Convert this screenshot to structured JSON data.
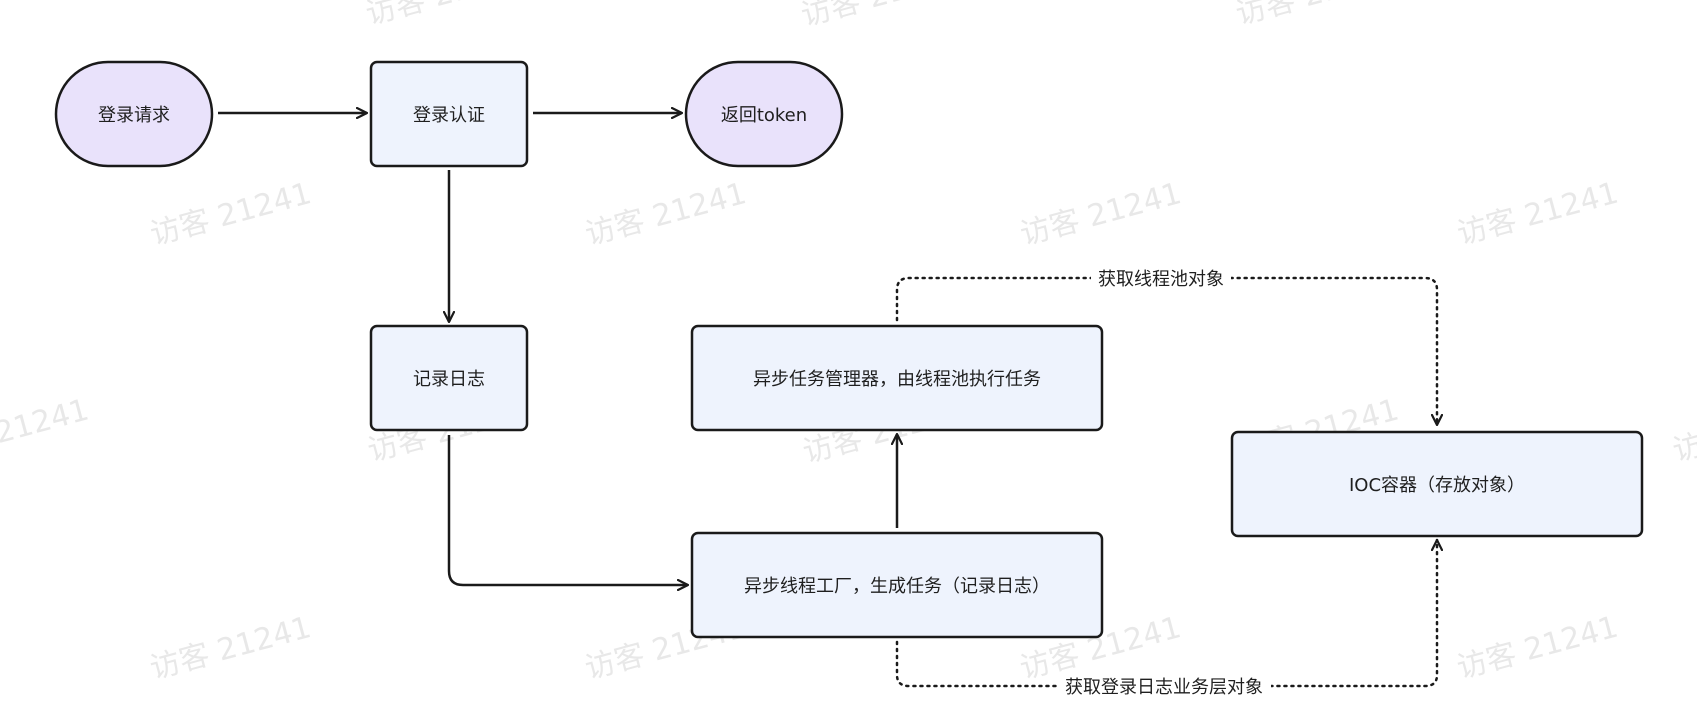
{
  "watermark": {
    "text": "访客 21241"
  },
  "nodes": {
    "login_request": "登录请求",
    "login_auth": "登录认证",
    "return_token": "返回token",
    "record_log": "记录日志",
    "async_task_manager": "异步任务管理器，由线程池执行任务",
    "async_thread_factory": "异步线程工厂，生成任务（记录日志）",
    "ioc_container": "IOC容器（存放对象）"
  },
  "edges": {
    "get_thread_pool": "获取线程池对象",
    "get_login_log_service": "获取登录日志业务层对象"
  },
  "colors": {
    "process_fill": "#eef3fd",
    "terminal_fill": "#e9e2fb",
    "stroke": "#1a1a1a"
  }
}
